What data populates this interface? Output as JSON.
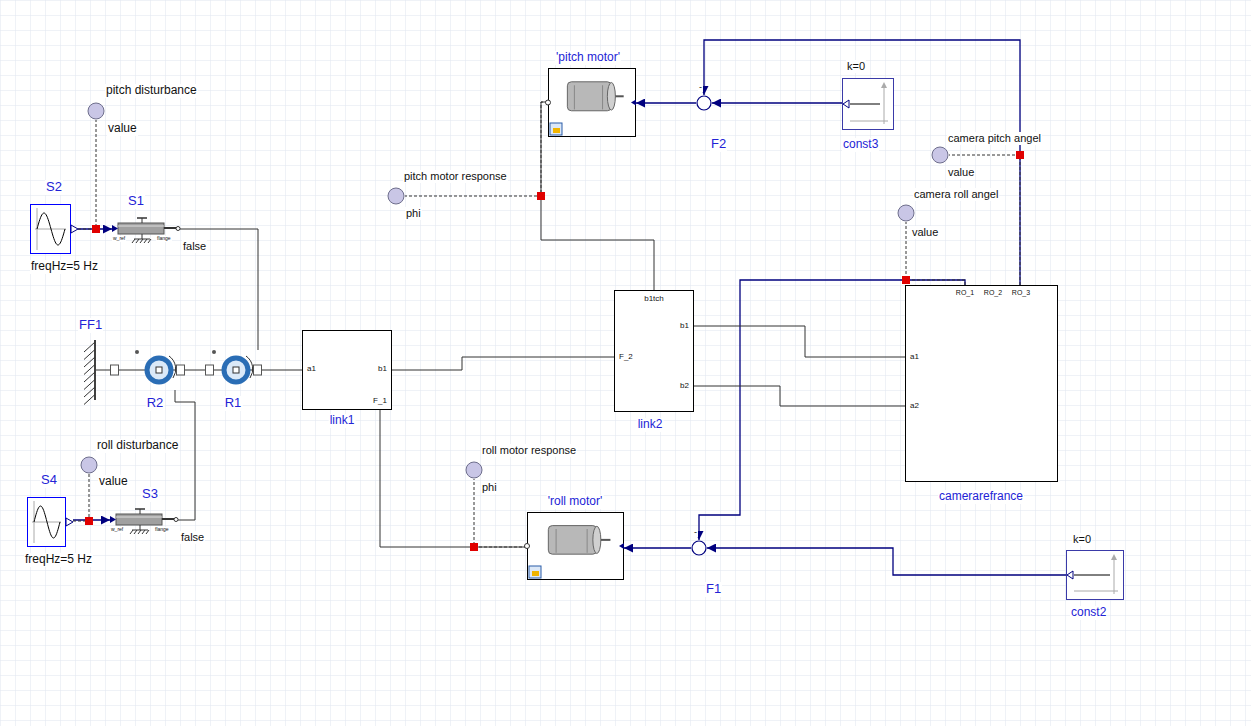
{
  "diagram": {
    "nodes": [
      {
        "text": [
          "pitch disturbance",
          "value"
        ]
      },
      {
        "text": [
          "S2",
          "freqHz=5 Hz"
        ]
      },
      {
        "text": [
          "S1",
          "w_ref",
          "flange",
          "false"
        ]
      },
      {
        "text": [
          "'pitch motor'"
        ]
      },
      {
        "text": [
          "-",
          "F2"
        ]
      },
      {
        "text": [
          "k=0",
          "const3"
        ]
      },
      {
        "text": [
          "pitch motor response",
          "phi"
        ]
      },
      {
        "text": [
          "camera pitch angel",
          "value"
        ]
      },
      {
        "text": [
          "camera roll angel",
          "value"
        ]
      },
      {
        "text": [
          "FF1"
        ]
      },
      {
        "text": [
          "R2"
        ]
      },
      {
        "text": [
          "R1"
        ]
      },
      {
        "text": [
          "a1",
          "b1",
          "F_1",
          "link1"
        ]
      },
      {
        "text": [
          "b1tch",
          "b1",
          "b2",
          "F_2",
          "link2"
        ]
      },
      {
        "text": [
          "RO_1",
          "RO_2",
          "RO_3",
          "a1",
          "a2",
          "camerarefrance"
        ]
      },
      {
        "text": [
          "roll disturbance",
          "value"
        ]
      },
      {
        "text": [
          "S4",
          "freqHz=5 Hz"
        ]
      },
      {
        "text": [
          "S3",
          "w_ref",
          "flange",
          "false"
        ]
      },
      {
        "text": [
          "roll motor response",
          "phi"
        ]
      },
      {
        "text": [
          "'roll motor'"
        ]
      },
      {
        "text": [
          "-",
          "F1"
        ]
      },
      {
        "text": [
          "k=0",
          "const2"
        ]
      }
    ],
    "edges": [
      {
        "from": 1,
        "to": 2,
        "arrow": "to"
      },
      {
        "from": 1,
        "to": 0,
        "arrow": "none"
      },
      {
        "from": 2,
        "to": 11,
        "arrow": "none"
      },
      {
        "from": 9,
        "to": 10,
        "arrow": "none"
      },
      {
        "from": 10,
        "to": 11,
        "arrow": "none"
      },
      {
        "from": 11,
        "to": 12,
        "arrow": "none"
      },
      {
        "from": 16,
        "to": 17,
        "arrow": "to"
      },
      {
        "from": 16,
        "to": 15,
        "arrow": "none"
      },
      {
        "from": 17,
        "to": 10,
        "arrow": "none"
      },
      {
        "from": 12,
        "to": 13,
        "arrow": "none"
      },
      {
        "from": 12,
        "to": 19,
        "arrow": "none"
      },
      {
        "from": 19,
        "to": 18,
        "arrow": "none"
      },
      {
        "from": 20,
        "to": 19,
        "arrow": "to"
      },
      {
        "from": 21,
        "to": 20,
        "arrow": "to"
      },
      {
        "from": 14,
        "to": 20,
        "arrow": "to"
      },
      {
        "from": 14,
        "to": 8,
        "arrow": "none"
      },
      {
        "from": 3,
        "to": 13,
        "arrow": "none"
      },
      {
        "from": 3,
        "to": 6,
        "arrow": "none"
      },
      {
        "from": 4,
        "to": 3,
        "arrow": "to"
      },
      {
        "from": 5,
        "to": 4,
        "arrow": "to"
      },
      {
        "from": 14,
        "to": 4,
        "arrow": "to"
      },
      {
        "from": 14,
        "to": 7,
        "arrow": "none"
      },
      {
        "from": 13,
        "to": 14,
        "arrow": "none"
      },
      {
        "from": 13,
        "to": 14,
        "arrow": "none"
      }
    ]
  }
}
